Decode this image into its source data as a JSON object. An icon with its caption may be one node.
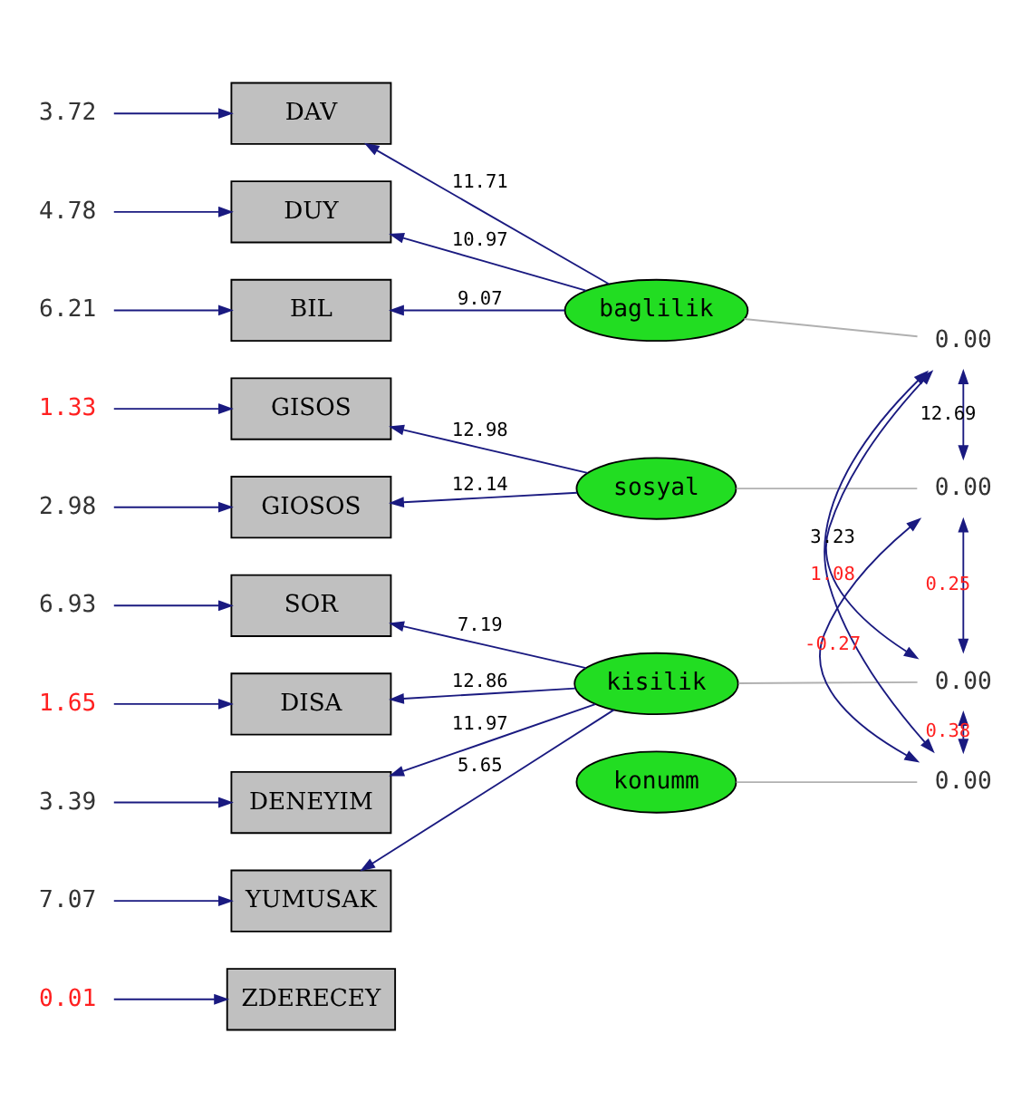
{
  "diagram": {
    "nodes": [
      {
        "text": [
          "DAV"
        ]
      },
      {
        "text": [
          "DUY"
        ]
      },
      {
        "text": [
          "BIL"
        ]
      },
      {
        "text": [
          "GISOS"
        ]
      },
      {
        "text": [
          "GIOSOS"
        ]
      },
      {
        "text": [
          "SOR"
        ]
      },
      {
        "text": [
          "DISA"
        ]
      },
      {
        "text": [
          "DENEYIM"
        ]
      },
      {
        "text": [
          "YUMUSAK"
        ]
      },
      {
        "text": [
          "ZDERECEY"
        ]
      },
      {
        "text": [
          "baglilik"
        ]
      },
      {
        "text": [
          "sosyal"
        ]
      },
      {
        "text": [
          "kisilik"
        ]
      },
      {
        "text": [
          "konumm"
        ]
      },
      {
        "text": [
          "0.00"
        ]
      },
      {
        "text": [
          "0.00"
        ]
      },
      {
        "text": [
          "0.00"
        ]
      },
      {
        "text": [
          "0.00"
        ]
      },
      {
        "text": [
          "3.72"
        ]
      },
      {
        "text": [
          "4.78"
        ]
      },
      {
        "text": [
          "6.21"
        ]
      },
      {
        "text": [
          "1.33"
        ]
      },
      {
        "text": [
          "2.98"
        ]
      },
      {
        "text": [
          "6.93"
        ]
      },
      {
        "text": [
          "1.65"
        ]
      },
      {
        "text": [
          "3.39"
        ]
      },
      {
        "text": [
          "7.07"
        ]
      },
      {
        "text": [
          "0.01"
        ]
      }
    ],
    "edges": [
      {
        "from": 10,
        "to": 0,
        "arrow": "to",
        "label": "11.71"
      },
      {
        "from": 10,
        "to": 1,
        "arrow": "to",
        "label": "10.97"
      },
      {
        "from": 10,
        "to": 2,
        "arrow": "to",
        "label": "9.07"
      },
      {
        "from": 11,
        "to": 3,
        "arrow": "to",
        "label": "12.98"
      },
      {
        "from": 11,
        "to": 4,
        "arrow": "to",
        "label": "12.14"
      },
      {
        "from": 12,
        "to": 5,
        "arrow": "to",
        "label": "7.19"
      },
      {
        "from": 12,
        "to": 6,
        "arrow": "to",
        "label": "12.86"
      },
      {
        "from": 12,
        "to": 7,
        "arrow": "to",
        "label": "11.97"
      },
      {
        "from": 12,
        "to": 8,
        "arrow": "to",
        "label": "5.65"
      },
      {
        "from": 18,
        "to": 0,
        "arrow": "to"
      },
      {
        "from": 19,
        "to": 1,
        "arrow": "to"
      },
      {
        "from": 20,
        "to": 2,
        "arrow": "to"
      },
      {
        "from": 21,
        "to": 3,
        "arrow": "to"
      },
      {
        "from": 22,
        "to": 4,
        "arrow": "to"
      },
      {
        "from": 23,
        "to": 5,
        "arrow": "to"
      },
      {
        "from": 24,
        "to": 6,
        "arrow": "to"
      },
      {
        "from": 25,
        "to": 7,
        "arrow": "to"
      },
      {
        "from": 26,
        "to": 8,
        "arrow": "to"
      },
      {
        "from": 27,
        "to": 9,
        "arrow": "to"
      },
      {
        "from": 10,
        "to": 14,
        "arrow": "none",
        "color": "#b0b0b0"
      },
      {
        "from": 11,
        "to": 15,
        "arrow": "none",
        "color": "#b0b0b0"
      },
      {
        "from": 12,
        "to": 16,
        "arrow": "none",
        "color": "#b0b0b0"
      },
      {
        "from": 13,
        "to": 17,
        "arrow": "none",
        "color": "#b0b0b0"
      },
      {
        "from": 14,
        "to": 15,
        "arrow": "both",
        "label": "12.69"
      },
      {
        "from": 14,
        "to": 16,
        "arrow": "both",
        "label": "3.23"
      },
      {
        "from": 14,
        "to": 17,
        "arrow": "both",
        "label": "1.08"
      },
      {
        "from": 15,
        "to": 16,
        "arrow": "both",
        "label": "0.25"
      },
      {
        "from": 15,
        "to": 17,
        "arrow": "both",
        "label": "-0.27"
      },
      {
        "from": 16,
        "to": 17,
        "arrow": "both",
        "label": "0.38"
      }
    ]
  }
}
